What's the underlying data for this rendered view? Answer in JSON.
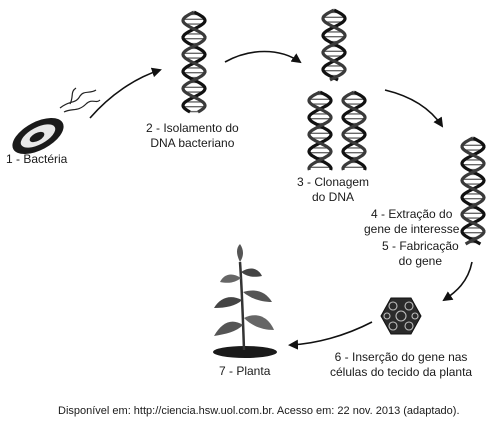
{
  "steps": [
    {
      "id": "bacteria",
      "lines": [
        "1 - Bactéria"
      ]
    },
    {
      "id": "isolation",
      "lines": [
        "2 - Isolamento do",
        "DNA bacteriano"
      ]
    },
    {
      "id": "cloning",
      "lines": [
        "3 - Clonagem",
        "do DNA"
      ]
    },
    {
      "id": "extraction",
      "lines": [
        "4 - Extração do",
        "gene de interesse"
      ]
    },
    {
      "id": "fabrication",
      "lines": [
        "5 - Fabricação",
        "do gene"
      ]
    },
    {
      "id": "insertion",
      "lines": [
        "6 - Inserção do gene nas",
        "células do tecido da planta"
      ]
    },
    {
      "id": "plant",
      "lines": [
        "7 - Planta"
      ]
    }
  ],
  "source": "Disponível em: http://ciencia.hsw.uol.com.br. Acesso em: 22 nov. 2013 (adaptado)."
}
